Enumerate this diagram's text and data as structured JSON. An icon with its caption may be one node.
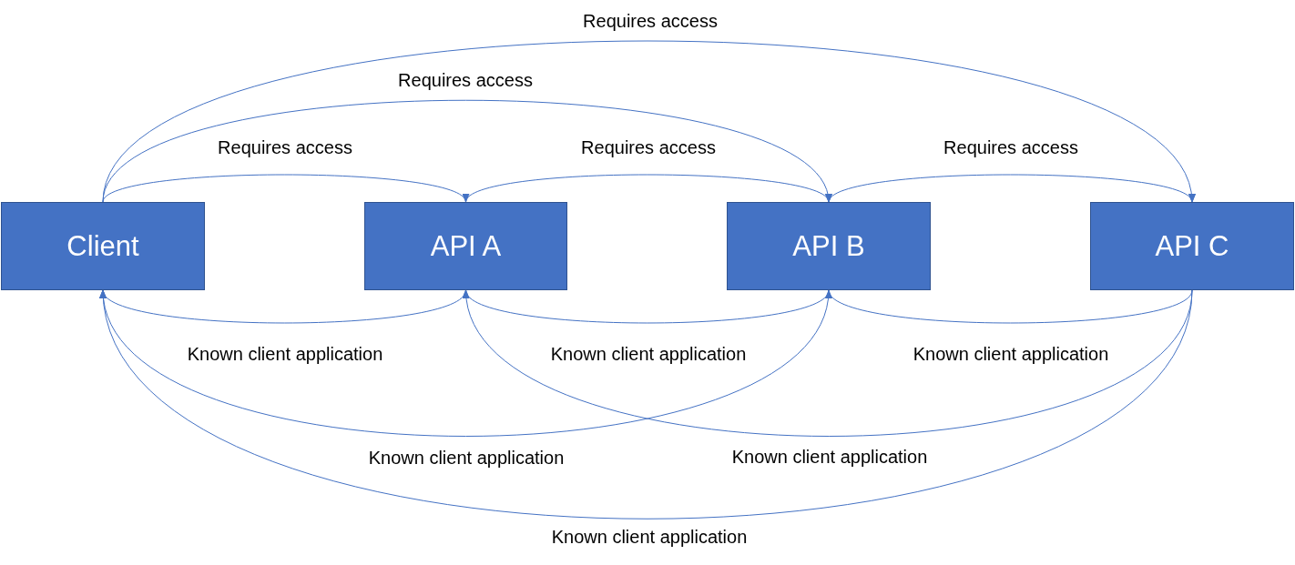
{
  "diagram": {
    "nodes": [
      {
        "text": [
          "Client"
        ]
      },
      {
        "text": [
          "API A"
        ]
      },
      {
        "text": [
          "API B"
        ]
      },
      {
        "text": [
          "API C"
        ]
      }
    ],
    "edges": [
      {
        "from": 0,
        "to": 1,
        "arrow": "to",
        "label": "Requires access"
      },
      {
        "from": 1,
        "to": 2,
        "arrow": "to",
        "label": "Requires access"
      },
      {
        "from": 2,
        "to": 3,
        "arrow": "to",
        "label": "Requires access"
      },
      {
        "from": 0,
        "to": 2,
        "arrow": "to",
        "label": "Requires access"
      },
      {
        "from": 0,
        "to": 3,
        "arrow": "to",
        "label": "Requires access"
      },
      {
        "from": 1,
        "to": 0,
        "arrow": "to",
        "label": "Known client application"
      },
      {
        "from": 2,
        "to": 1,
        "arrow": "to",
        "label": "Known client application"
      },
      {
        "from": 3,
        "to": 2,
        "arrow": "to",
        "label": "Known client application"
      },
      {
        "from": 2,
        "to": 0,
        "arrow": "to",
        "label": "Known client application"
      },
      {
        "from": 3,
        "to": 1,
        "arrow": "to",
        "label": "Known client application"
      },
      {
        "from": 3,
        "to": 0,
        "arrow": "to",
        "label": "Known client application"
      }
    ]
  }
}
